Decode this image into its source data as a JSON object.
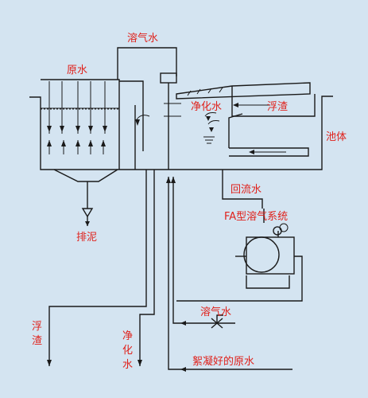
{
  "labels": {
    "dissolved_air_water_top": "溶气水",
    "raw_water": "原水",
    "purified_water_inner": "净化水",
    "scum_inner": "浮渣",
    "tank_body": "池体",
    "return_water": "回流水",
    "sludge_discharge": "排泥",
    "fa_system": "FA型溶气系统",
    "dissolved_air_water_bottom": "溶气水",
    "flocculated_raw_water": "絮凝好的原水"
  },
  "outlets": {
    "scum_outlet": [
      "浮",
      "渣"
    ],
    "purified_outlet": [
      "净",
      "化",
      "水"
    ]
  },
  "colors": {
    "background": "#d4e4f1",
    "line": "#1a1a1a",
    "label": "#e0211b"
  }
}
